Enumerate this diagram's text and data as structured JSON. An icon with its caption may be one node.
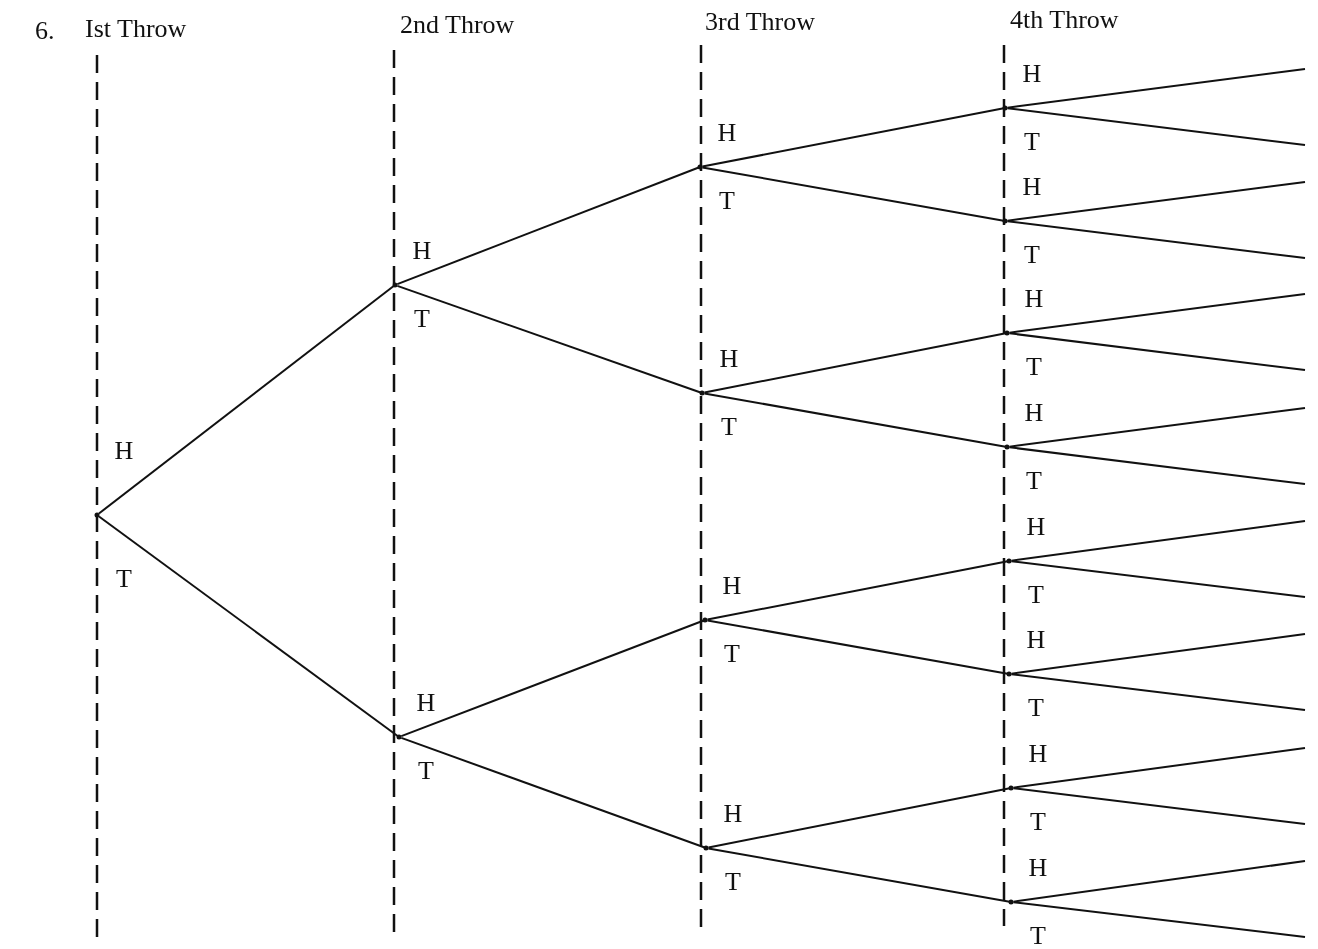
{
  "diagram": {
    "nodes": [
      {
        "text": [],
        "shape": "point"
      },
      {
        "text": [],
        "shape": "point"
      },
      {
        "text": [],
        "shape": "point"
      },
      {
        "text": [],
        "shape": "point"
      },
      {
        "text": [],
        "shape": "point"
      },
      {
        "text": [],
        "shape": "point"
      },
      {
        "text": [],
        "shape": "point"
      },
      {
        "text": [],
        "shape": "point"
      },
      {
        "text": [],
        "shape": "point"
      },
      {
        "text": [],
        "shape": "point"
      },
      {
        "text": [],
        "shape": "point"
      },
      {
        "text": [],
        "shape": "point"
      },
      {
        "text": [],
        "shape": "point"
      },
      {
        "text": [],
        "shape": "point"
      },
      {
        "text": [],
        "shape": "point"
      }
    ],
    "edges": [
      {
        "from": 0,
        "to": 1,
        "arrow": "none",
        "label": "H"
      },
      {
        "from": 0,
        "to": 2,
        "arrow": "none",
        "label": "T"
      },
      {
        "from": 1,
        "to": 3,
        "arrow": "none",
        "label": "H"
      },
      {
        "from": 1,
        "to": 4,
        "arrow": "none",
        "label": "T"
      },
      {
        "from": 2,
        "to": 5,
        "arrow": "none",
        "label": "H"
      },
      {
        "from": 2,
        "to": 6,
        "arrow": "none",
        "label": "T"
      },
      {
        "from": 3,
        "to": 7,
        "arrow": "none",
        "label": "H"
      },
      {
        "from": 3,
        "to": 8,
        "arrow": "none",
        "label": "T"
      },
      {
        "from": 4,
        "to": 9,
        "arrow": "none",
        "label": "H"
      },
      {
        "from": 4,
        "to": 10,
        "arrow": "none",
        "label": "T"
      },
      {
        "from": 5,
        "to": 11,
        "arrow": "none",
        "label": "H"
      },
      {
        "from": 5,
        "to": 12,
        "arrow": "none",
        "label": "T"
      },
      {
        "from": 6,
        "to": 13,
        "arrow": "none",
        "label": "H"
      },
      {
        "from": 6,
        "to": 14,
        "arrow": "none",
        "label": "T"
      },
      {
        "from": 7,
        "to": null,
        "arrow": "none",
        "label": "H"
      },
      {
        "from": 7,
        "to": null,
        "arrow": "none",
        "label": "T"
      },
      {
        "from": 8,
        "to": null,
        "arrow": "none",
        "label": "H"
      },
      {
        "from": 8,
        "to": null,
        "arrow": "none",
        "label": "T"
      },
      {
        "from": 9,
        "to": null,
        "arrow": "none",
        "label": "H"
      },
      {
        "from": 9,
        "to": null,
        "arrow": "none",
        "label": "T"
      },
      {
        "from": 10,
        "to": null,
        "arrow": "none",
        "label": "H"
      },
      {
        "from": 10,
        "to": null,
        "arrow": "none",
        "label": "T"
      },
      {
        "from": 11,
        "to": null,
        "arrow": "none",
        "label": "H"
      },
      {
        "from": 11,
        "to": null,
        "arrow": "none",
        "label": "T"
      },
      {
        "from": 12,
        "to": null,
        "arrow": "none",
        "label": "H"
      },
      {
        "from": 12,
        "to": null,
        "arrow": "none",
        "label": "T"
      },
      {
        "from": 13,
        "to": null,
        "arrow": "none",
        "label": "H"
      },
      {
        "from": 13,
        "to": null,
        "arrow": "none",
        "label": "T"
      },
      {
        "from": 14,
        "to": null,
        "arrow": "none",
        "label": "H"
      },
      {
        "from": 14,
        "to": null,
        "arrow": "none",
        "label": "T"
      }
    ],
    "labels": [
      "6.",
      "Ist Throw",
      "2nd Throw",
      "3rd Throw",
      "4th Throw"
    ]
  }
}
